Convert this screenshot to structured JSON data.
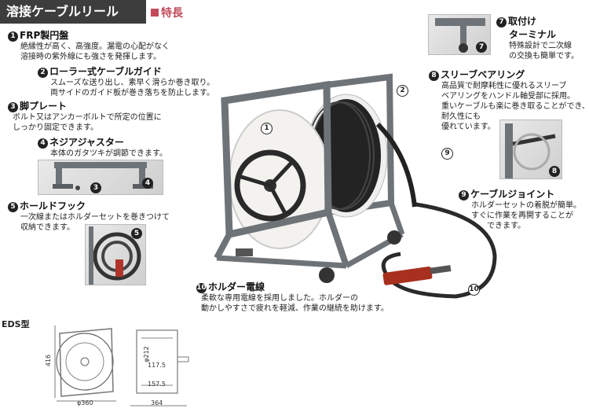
{
  "header": {
    "title": "溶接ケーブルリール",
    "tag": "特長"
  },
  "features": [
    {
      "num": "1",
      "title": "FRP製円盤",
      "lines": [
        "絶縁性が高く、高強度。漏電の心配がなく",
        "溶接時の紫外線にも強さを発揮します。"
      ]
    },
    {
      "num": "2",
      "title": "ローラー式ケーブルガイド",
      "lines": [
        "スムーズな送り出し、素早く滑らか巻き取り。",
        "両サイドのガイド板が巻き落ちを防止します。"
      ]
    },
    {
      "num": "3",
      "title": "脚プレート",
      "lines": [
        "ボルト又はアンカーボルトで所定の位置に",
        "しっかり固定できます。"
      ]
    },
    {
      "num": "4",
      "title": "ネジアジャスター",
      "lines": [
        "本体のガタツキが調節できます。"
      ]
    },
    {
      "num": "5",
      "title": "ホールドフック",
      "lines": [
        "一次線またはホルダーセットを巻きつけて",
        "収納できます。"
      ]
    },
    {
      "num": "7",
      "title": "取付け",
      "title2": "ターミナル",
      "lines": [
        "特殊設計で二次線",
        "の交換も簡単です。"
      ]
    },
    {
      "num": "8",
      "title": "スリーブベアリング",
      "lines": [
        "高品質で耐摩耗性に優れるスリーブ",
        "ベアリングをハンドル軸受部に採用。",
        "重いケーブルも楽に巻き取ることができ、",
        "耐久性にも",
        "優れています。"
      ]
    },
    {
      "num": "9",
      "title": "ケーブルジョイント",
      "lines": [
        "ホルダーセットの着脱が簡単。",
        "すぐに作業を再開することが",
        "できます。"
      ]
    },
    {
      "num": "10",
      "title": "ホルダー電線",
      "lines": [
        "柔軟な専用電線を採用しました。ホルダーの",
        "動かしやすさで疲れを軽減、作業の継続を助けます。"
      ]
    }
  ],
  "callouts": {
    "c1": "1",
    "c2": "2",
    "c9": "9",
    "c10": "10",
    "c3": "3",
    "c4": "4",
    "c5": "5",
    "c7": "7",
    "c8": "8"
  },
  "model": {
    "label": "EDS型"
  },
  "dimensions": {
    "height": "416",
    "diameter": "φ360",
    "width": "364",
    "drum": "φ212",
    "d1": "117.5",
    "d2": "157.5"
  },
  "colors": {
    "title_bg": "#3d3d3d",
    "accent": "#c24a5a",
    "frame": "#6e7378"
  }
}
